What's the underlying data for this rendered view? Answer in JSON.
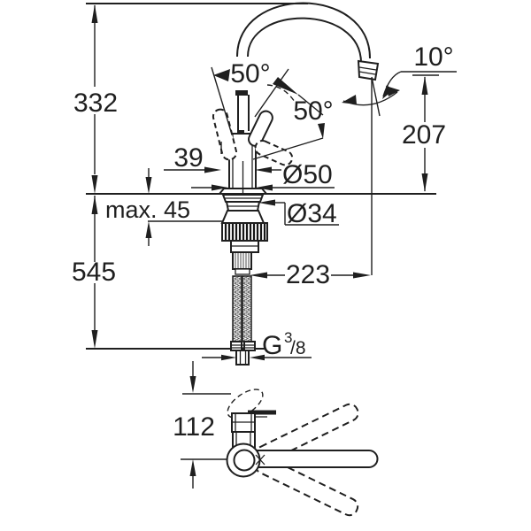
{
  "labels": {
    "height_above_deck": "332",
    "height_below_deck": "545",
    "max_counter_thickness": "max. 45",
    "handle_depth": "39",
    "base_diameter": "Ø50",
    "mounting_hole_diameter": "Ø34",
    "handle_swivel_angle": "50°",
    "lever_lift_angle": "50°",
    "spout_outlet_angle": "10°",
    "spout_outlet_height": "207",
    "spout_projection": "223",
    "lever_projection": "112",
    "supply_thread_prefix": "G",
    "supply_thread_numerator": "3",
    "supply_thread_denominator": "/8"
  },
  "colors": {
    "line": "#1f1f1f",
    "background": "#ffffff"
  }
}
